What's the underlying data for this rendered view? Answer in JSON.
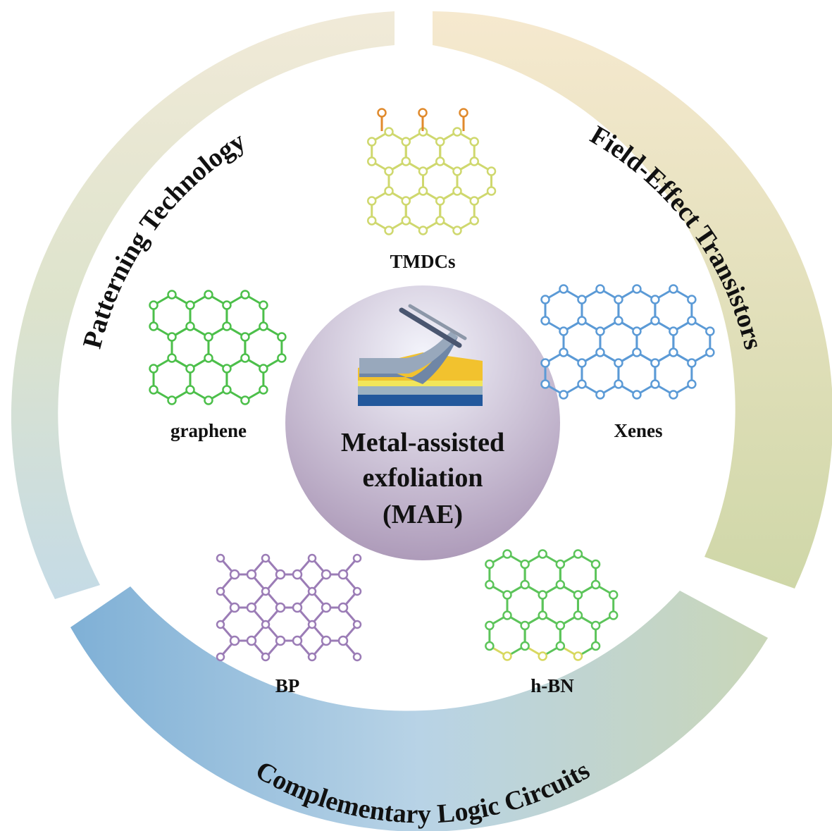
{
  "center": {
    "lines": [
      "Metal-assisted",
      "exfoliation",
      "(MAE)"
    ]
  },
  "ring_segments": [
    {
      "id": "patterning",
      "label": "Patterning Technology"
    },
    {
      "id": "fet",
      "label": "Field-Effect Transistors"
    },
    {
      "id": "logic",
      "label": "Complementary Logic Circuits"
    }
  ],
  "materials": [
    {
      "id": "tmdcs",
      "label": "TMDCs",
      "color": "#e08a2c",
      "color2": "#cfd86e"
    },
    {
      "id": "graphene",
      "label": "graphene",
      "color": "#4cbf4a"
    },
    {
      "id": "xenes",
      "label": "Xenes",
      "color": "#5b9ad6"
    },
    {
      "id": "bp",
      "label": "BP",
      "color": "#9b7cb6"
    },
    {
      "id": "hbn",
      "label": "h-BN",
      "color": "#5cc45a",
      "color2": "#d8d860"
    }
  ],
  "colors": {
    "ring_patterning_top": "#f1ead8",
    "ring_patterning_bottom": "#c5dbe6",
    "ring_fet_top": "#f6e9cf",
    "ring_fet_bottom": "#cfd7a8",
    "ring_logic_left": "#7fb0d6",
    "ring_logic_right": "#c9d6b8",
    "center_top": "#f3f4fb",
    "center_bottom": "#a995b5"
  }
}
